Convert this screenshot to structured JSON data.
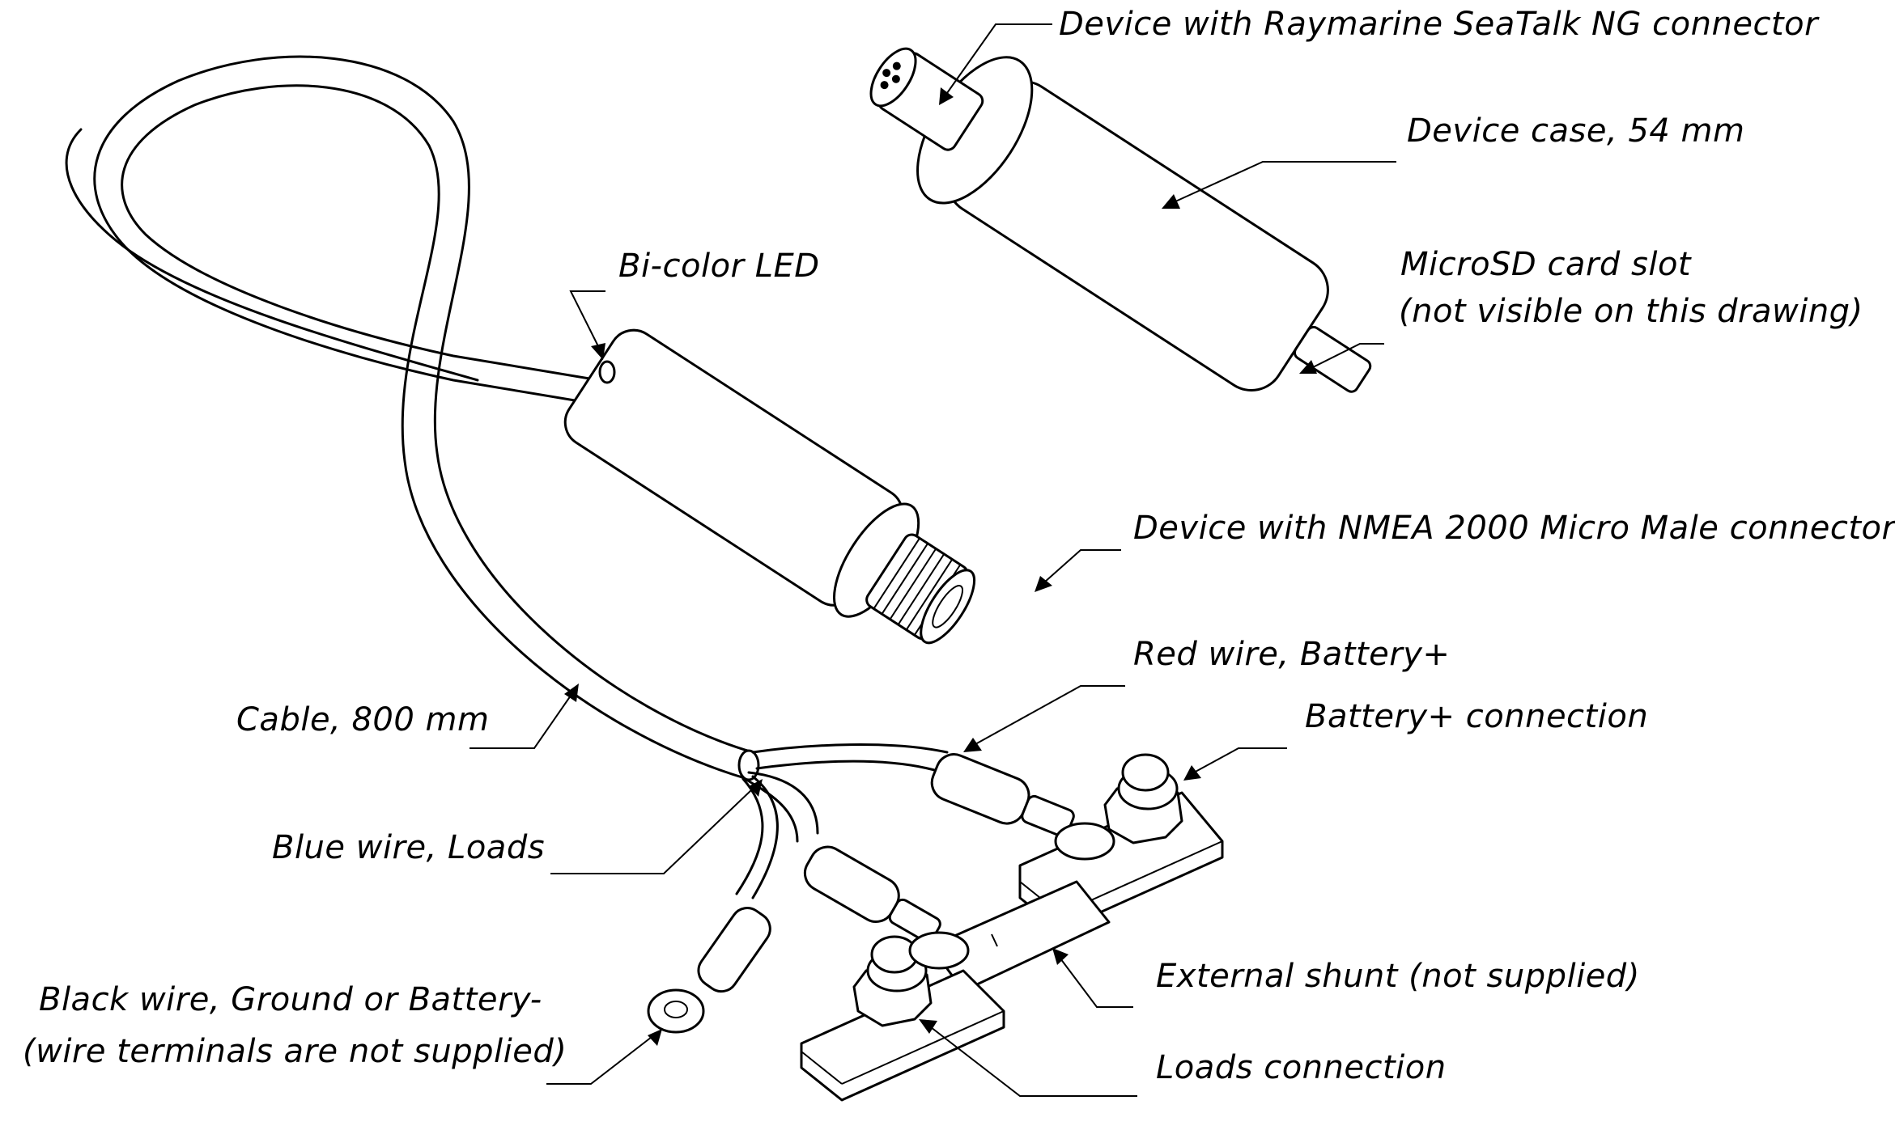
{
  "labels": {
    "seatalk": "Device with Raymarine SeaTalk NG connector",
    "case": "Device case, 54 mm",
    "microsd_1": "MicroSD card slot",
    "microsd_2": "(not visible on this drawing)",
    "led": "Bi-color LED",
    "nmea": "Device with NMEA 2000 Micro Male connector",
    "red_wire": "Red wire, Battery+",
    "battery_conn": "Battery+ connection",
    "cable": "Cable, 800 mm",
    "blue_wire": "Blue wire, Loads",
    "shunt": "External shunt (not supplied)",
    "black_wire_1": "Black wire, Ground or Battery-",
    "black_wire_2": "(wire terminals are not supplied)",
    "loads_conn": "Loads connection"
  }
}
